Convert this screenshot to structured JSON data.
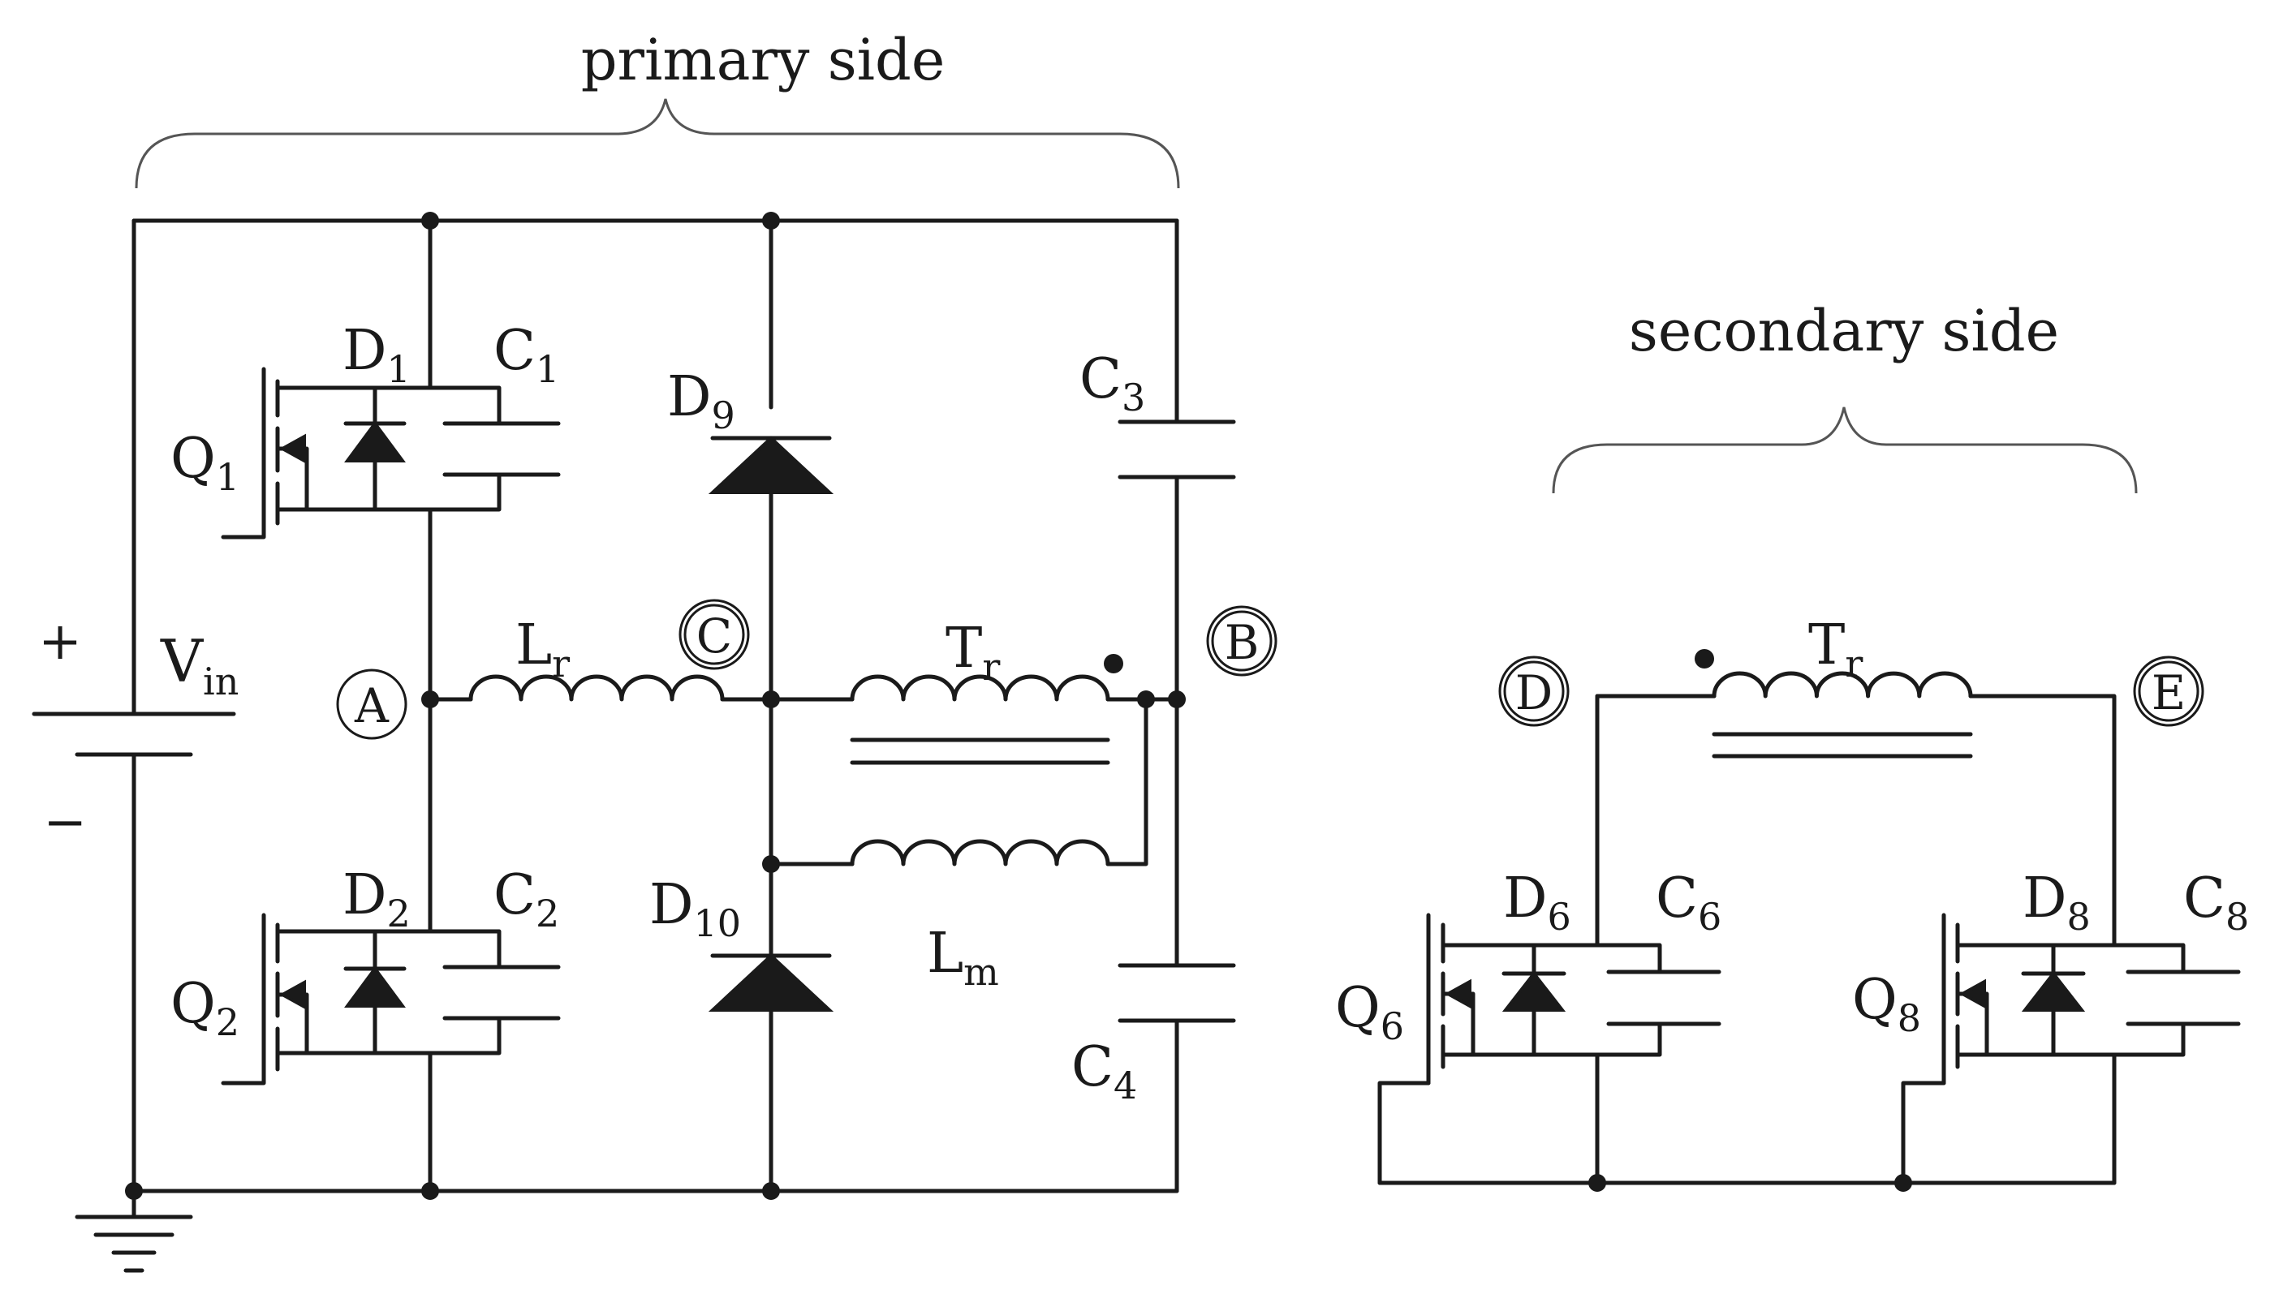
{
  "sections": {
    "primary": "primary side",
    "secondary": "secondary side"
  },
  "source": {
    "name": "V",
    "sub": "in",
    "plus": "+",
    "minus": "−"
  },
  "components": {
    "Q1": {
      "name": "Q",
      "sub": "1"
    },
    "Q2": {
      "name": "Q",
      "sub": "2"
    },
    "Q6": {
      "name": "Q",
      "sub": "6"
    },
    "Q8": {
      "name": "Q",
      "sub": "8"
    },
    "D1": {
      "name": "D",
      "sub": "1"
    },
    "D2": {
      "name": "D",
      "sub": "2"
    },
    "D6": {
      "name": "D",
      "sub": "6"
    },
    "D8": {
      "name": "D",
      "sub": "8"
    },
    "D9": {
      "name": "D",
      "sub": "9"
    },
    "D10": {
      "name": "D",
      "sub": "10"
    },
    "C1": {
      "name": "C",
      "sub": "1"
    },
    "C2": {
      "name": "C",
      "sub": "2"
    },
    "C3": {
      "name": "C",
      "sub": "3"
    },
    "C4": {
      "name": "C",
      "sub": "4"
    },
    "C6": {
      "name": "C",
      "sub": "6"
    },
    "C8": {
      "name": "C",
      "sub": "8"
    },
    "Lr": {
      "name": "L",
      "sub": "r"
    },
    "Lm": {
      "name": "L",
      "sub": "m"
    },
    "Tr_primary": {
      "name": "T",
      "sub": "r"
    },
    "Tr_secondary": {
      "name": "T",
      "sub": "r"
    }
  },
  "nodes": {
    "A": "A",
    "B": "B",
    "C": "C",
    "D": "D",
    "E": "E"
  }
}
